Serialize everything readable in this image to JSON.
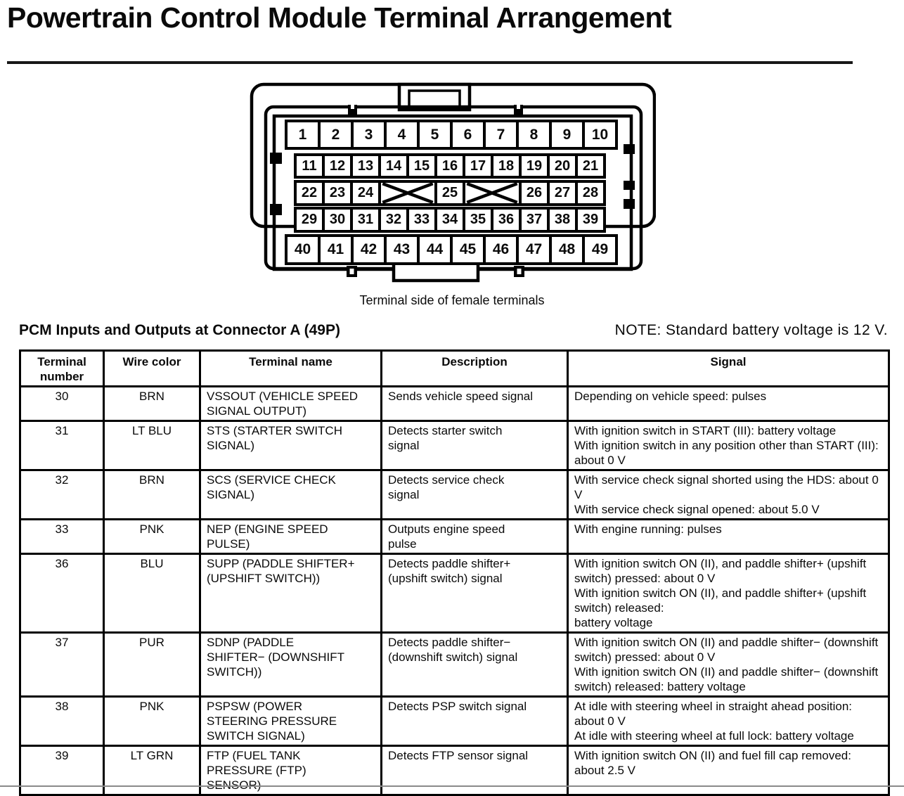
{
  "page": {
    "title": "Powertrain Control Module Terminal Arrangement",
    "section_heading": "PCM Inputs and Outputs at Connector A (49P)",
    "note": "NOTE: Standard battery voltage is 12 V.",
    "connector_caption": "Terminal side of female terminals"
  },
  "connector": {
    "rows": [
      [
        "1",
        "2",
        "3",
        "4",
        "5",
        "6",
        "7",
        "8",
        "9",
        "10"
      ],
      [
        "11",
        "12",
        "13",
        "14",
        "15",
        "16",
        "17",
        "18",
        "19",
        "20",
        "21"
      ],
      [
        "22",
        "23",
        "24",
        "X",
        "25",
        "X",
        "26",
        "27",
        "28"
      ],
      [
        "29",
        "30",
        "31",
        "32",
        "33",
        "34",
        "35",
        "36",
        "37",
        "38",
        "39"
      ],
      [
        "40",
        "41",
        "42",
        "43",
        "44",
        "45",
        "46",
        "47",
        "48",
        "49"
      ]
    ],
    "crossed_cell_meaning": "no terminal cavity"
  },
  "table": {
    "headers": [
      "Terminal number",
      "Wire color",
      "Terminal name",
      "Description",
      "Signal"
    ],
    "rows": [
      {
        "terminal": "30",
        "wire_color": "BRN",
        "terminal_name": [
          "VSSOUT (VEHICLE SPEED",
          "SIGNAL OUTPUT)"
        ],
        "description": [
          "Sends vehicle speed signal"
        ],
        "signal": [
          "Depending on vehicle speed: pulses"
        ]
      },
      {
        "terminal": "31",
        "wire_color": "LT BLU",
        "terminal_name": [
          "STS (STARTER SWITCH",
          "SIGNAL)"
        ],
        "description": [
          "Detects starter switch",
          "signal"
        ],
        "signal": [
          "With ignition switch in START (III): battery voltage",
          "With ignition switch in any position other than START (III): about 0 V"
        ]
      },
      {
        "terminal": "32",
        "wire_color": "BRN",
        "terminal_name": [
          "SCS (SERVICE CHECK",
          "SIGNAL)"
        ],
        "description": [
          "Detects service check",
          "signal"
        ],
        "signal": [
          "With service check signal shorted using the HDS: about 0 V",
          "With service check signal opened: about 5.0 V"
        ]
      },
      {
        "terminal": "33",
        "wire_color": "PNK",
        "terminal_name": [
          "NEP (ENGINE SPEED",
          "PULSE)"
        ],
        "description": [
          "Outputs engine speed",
          "pulse"
        ],
        "signal": [
          "With engine running: pulses"
        ]
      },
      {
        "terminal": "36",
        "wire_color": "BLU",
        "terminal_name": [
          "SUPP (PADDLE SHIFTER+",
          "(UPSHIFT SWITCH))"
        ],
        "description": [
          "Detects paddle shifter+",
          "(upshift switch) signal"
        ],
        "signal": [
          "With ignition switch ON (II), and paddle shifter+ (upshift switch) pressed: about 0 V",
          "With ignition switch ON (II), and paddle shifter+ (upshift switch) released:",
          "battery voltage"
        ]
      },
      {
        "terminal": "37",
        "wire_color": "PUR",
        "terminal_name": [
          "SDNP (PADDLE",
          "SHIFTER− (DOWNSHIFT",
          "SWITCH))"
        ],
        "description": [
          "Detects paddle shifter−",
          "(downshift switch) signal"
        ],
        "signal": [
          "With ignition switch ON (II) and paddle shifter− (downshift switch) pressed: about 0 V",
          "With ignition switch ON (II) and paddle shifter− (downshift switch) released: battery voltage"
        ]
      },
      {
        "terminal": "38",
        "wire_color": "PNK",
        "terminal_name": [
          "PSPSW (POWER",
          "STEERING PRESSURE",
          "SWITCH SIGNAL)"
        ],
        "description": [
          "Detects PSP switch signal"
        ],
        "signal": [
          "At idle with steering wheel in straight ahead position: about 0 V",
          "At idle with steering wheel at full lock: battery voltage"
        ]
      },
      {
        "terminal": "39",
        "wire_color": "LT GRN",
        "terminal_name": [
          "FTP (FUEL TANK",
          "PRESSURE (FTP)",
          "SENSOR)"
        ],
        "description": [
          "Detects FTP sensor signal"
        ],
        "signal": [
          "With ignition switch ON (II) and fuel fill cap removed: about 2.5 V"
        ]
      }
    ]
  },
  "colors": {
    "ink": "#0a0a0a",
    "paper": "#ffffff"
  }
}
